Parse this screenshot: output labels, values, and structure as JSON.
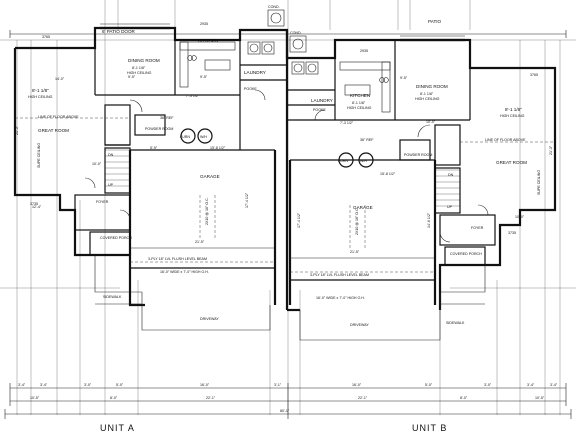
{
  "units": {
    "left": "UNIT A",
    "right": "UNIT B"
  },
  "labels": {
    "patio_door": "6' PATIO DOOR",
    "patio": "PATIO",
    "cond": "COND.",
    "dining_a": "DINING ROOM",
    "ceiling_8_1_8": "8'-1 1/8\"",
    "high_ceiling": "HIGH CEILING",
    "kitchen": "KITCHEN",
    "laundry": "LAUNDRY",
    "pooke": "POOKE",
    "powder_room": "POWDER ROOM",
    "great_room": "GREAT ROOM",
    "line_floor_above": "LINE OF FLOOR ABOVE",
    "garage": "GARAGE",
    "furn": "FURN",
    "wh": "W/H",
    "foyer": "FOYER",
    "covered_porch": "COVERED PORCH",
    "sidewalk": "SIDEWALK",
    "driveway": "DRIVEWAY",
    "up": "UP",
    "dn": "DN",
    "super_ceiling": "SUPE CEILING",
    "ref": "36\" REF",
    "beam": "3-PLY 18\" LVL FLUSH LEVEL BEAM",
    "garage_door": "16'-0\" WIDE x 7'-0\" HIGH O.H.",
    "header": "2X10 @ 16\" O.C."
  },
  "dims": {
    "d_5_9": "5'-9\"",
    "d_15_8_half": "15'-8 1/2\"",
    "d_21_5": "21'-5\"",
    "d_17_4_half": "17'-4 1/2\"",
    "d_14_6_half": "14'-6 1/2\"",
    "d_7_3_half": "7'-3 1/2\"",
    "d_9_5": "9'-5\"",
    "d_10_0": "10'-0\"",
    "d_14_0": "14'-0\"",
    "d_12_4": "12'-4\"",
    "d_2935": "2935",
    "d_3765": "3765",
    "d_3735": "3735",
    "d_29_5": "29'-5\"",
    "d_21_3": "21'-3\"",
    "d_3_4": "3'-4\"",
    "d_3_0": "3'-0\"",
    "d_5_0": "5'-0\"",
    "d_16_0": "16'-0\"",
    "d_3_1": "3'-1\"",
    "d_10_5": "10'-5\"",
    "d_8_0": "8'-0\"",
    "d_22_1": "22'-1\"",
    "d_80_1": "80'-1\""
  }
}
